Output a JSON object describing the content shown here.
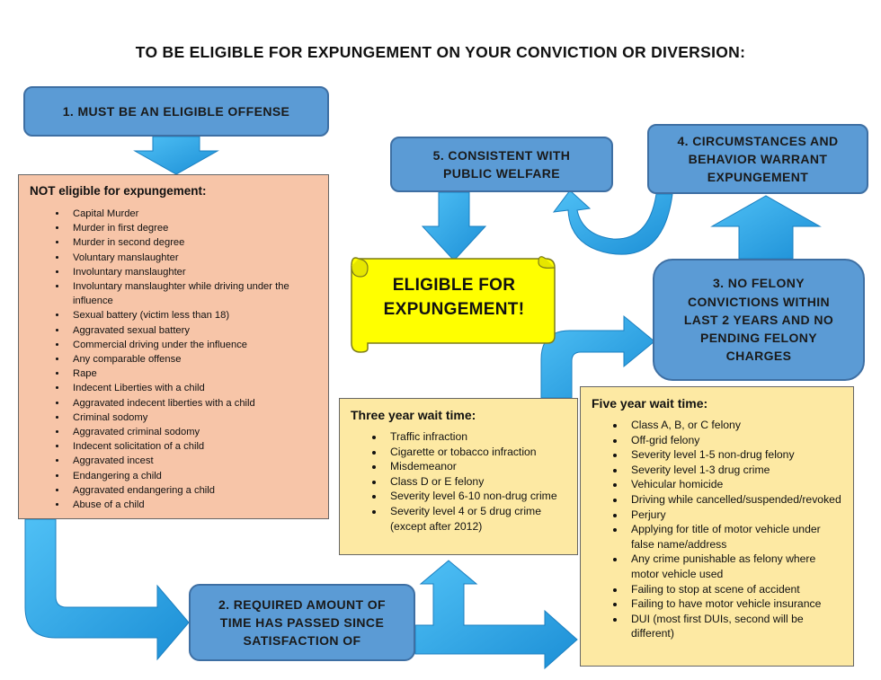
{
  "title": "TO BE ELIGIBLE FOR EXPUNGEMENT ON YOUR CONVICTION OR DIVERSION:",
  "steps": {
    "step1": "1.  MUST BE AN ELIGIBLE OFFENSE",
    "step2": "2. REQUIRED AMOUNT OF\nTIME HAS PASSED SINCE\nSATISFACTION OF",
    "step3": "3. NO FELONY\nCONVICTIONS WITHIN\nLAST 2 YEARS AND NO\nPENDING FELONY\nCHARGES",
    "step4": "4. CIRCUMSTANCES AND\nBEHAVIOR WARRANT\nEXPUNGEMENT",
    "step5": "5. CONSISTENT WITH\nPUBLIC WELFARE"
  },
  "eligible_banner": "ELIGIBLE FOR\nEXPUNGEMENT!",
  "not_eligible": {
    "title": "NOT eligible for expungement:",
    "items": [
      "Capital Murder",
      "Murder in first degree",
      "Murder in second degree",
      "Voluntary manslaughter",
      "Involuntary manslaughter",
      "Involuntary manslaughter while driving under the influence",
      "Sexual battery (victim less than 18)",
      "Aggravated sexual battery",
      "Commercial driving under the influence",
      "Any comparable offense",
      "Rape",
      "Indecent Liberties with a child",
      "Aggravated indecent liberties with a child",
      "Criminal sodomy",
      "Aggravated criminal sodomy",
      "Indecent solicitation of a child",
      "Aggravated incest",
      "Endangering a child",
      "Aggravated endangering a child",
      "Abuse of a child"
    ]
  },
  "three_year": {
    "title": "Three year wait time:",
    "items": [
      "Traffic infraction",
      "Cigarette or tobacco infraction",
      "Misdemeanor",
      "Class D or E felony",
      "Severity level 6-10 non-drug crime",
      "Severity level 4 or 5 drug crime (except after 2012)"
    ]
  },
  "five_year": {
    "title": "Five year wait time:",
    "items": [
      "Class A, B, or C felony",
      "Off-grid felony",
      "Severity level 1-5 non-drug felony",
      "Severity level 1-3 drug crime",
      "Vehicular homicide",
      "Driving while cancelled/suspended/revoked",
      "Perjury",
      "Applying for title of motor vehicle under false name/address",
      "Any crime punishable as felony where motor vehicle used",
      "Failing to stop at scene of accident",
      "Failing to have motor vehicle insurance",
      "DUI (most first DUIs, second will be different)"
    ]
  },
  "colors": {
    "step_fill": "#5b9bd5",
    "arrow_fill": "#2aa7e8",
    "not_eligible_fill": "#f7c5a8",
    "wait_fill": "#fde9a3",
    "banner_fill": "#ffff00"
  }
}
